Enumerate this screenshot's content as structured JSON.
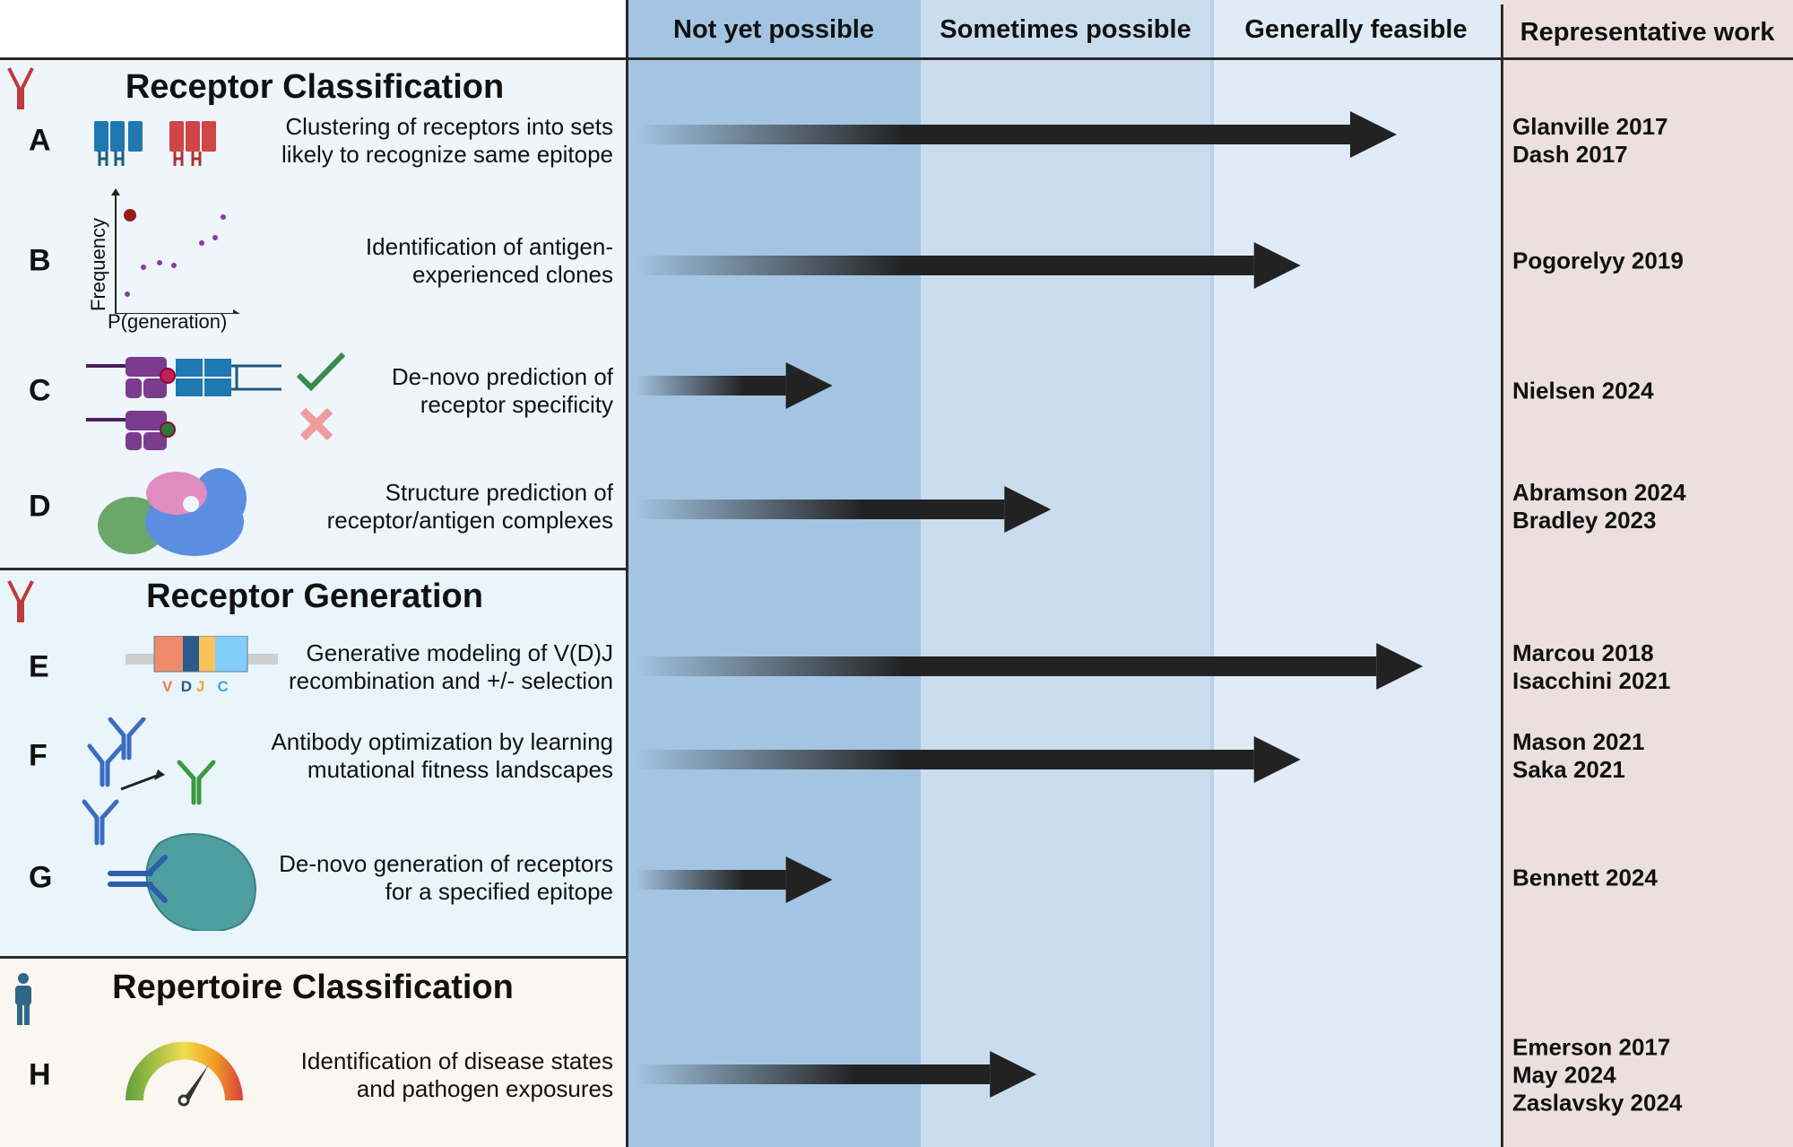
{
  "columns": {
    "not_yet": "Not yet possible",
    "sometimes": "Sometimes possible",
    "generally": "Generally feasible",
    "representative": "Representative work"
  },
  "colors": {
    "not_yet": "#a3c5e3",
    "sometimes": "#c9ddef",
    "generally": "#dfebf6",
    "representative": "#ecdfe0",
    "receptor_classification_bg": "#eef5fb",
    "receptor_generation_bg": "#e9f5fa",
    "repertoire_classification_bg": "#faf6f0",
    "arrow": "#222222"
  },
  "sections": {
    "receptor_classification": "Receptor Classification",
    "receptor_generation": "Receptor Generation",
    "repertoire_classification": "Repertoire Classification"
  },
  "icon_labels": {
    "frequency": "Frequency",
    "p_generation": "P(generation)",
    "v": "V",
    "d": "D",
    "j": "J",
    "c": "C"
  },
  "rows": [
    {
      "letter": "A",
      "lines": [
        "Clustering of receptors into sets",
        "likely to recognize same epitope"
      ],
      "refs": [
        "Glanville 2017",
        "Dash 2017"
      ],
      "feasibility": 2.64
    },
    {
      "letter": "B",
      "lines": [
        "Identification of antigen-",
        "experienced clones"
      ],
      "refs": [
        "Pogorelyy 2019"
      ],
      "feasibility": 2.31
    },
    {
      "letter": "C",
      "lines": [
        "De-novo prediction of",
        "receptor specificity"
      ],
      "refs": [
        "Nielsen 2024"
      ],
      "feasibility": 0.7
    },
    {
      "letter": "D",
      "lines": [
        "Structure prediction of",
        "receptor/antigen complexes"
      ],
      "refs": [
        "Abramson 2024",
        "Bradley 2023"
      ],
      "feasibility": 1.45
    },
    {
      "letter": "E",
      "lines": [
        "Generative modeling of V(D)J",
        "recombination and +/- selection"
      ],
      "refs": [
        "Marcou 2018",
        "Isacchini 2021"
      ],
      "feasibility": 2.73
    },
    {
      "letter": "F",
      "lines": [
        "Antibody optimization by learning",
        "mutational fitness landscapes"
      ],
      "refs": [
        "Mason 2021",
        "Saka 2021"
      ],
      "feasibility": 2.31
    },
    {
      "letter": "G",
      "lines": [
        "De-novo generation of receptors",
        "for a specified epitope"
      ],
      "refs": [
        "Bennett 2024"
      ],
      "feasibility": 0.7
    },
    {
      "letter": "H",
      "lines": [
        "Identification of disease states",
        "and pathogen exposures"
      ],
      "refs": [
        "Emerson 2017",
        "May 2024",
        "Zaslavsky 2024"
      ],
      "feasibility": 1.4
    }
  ]
}
